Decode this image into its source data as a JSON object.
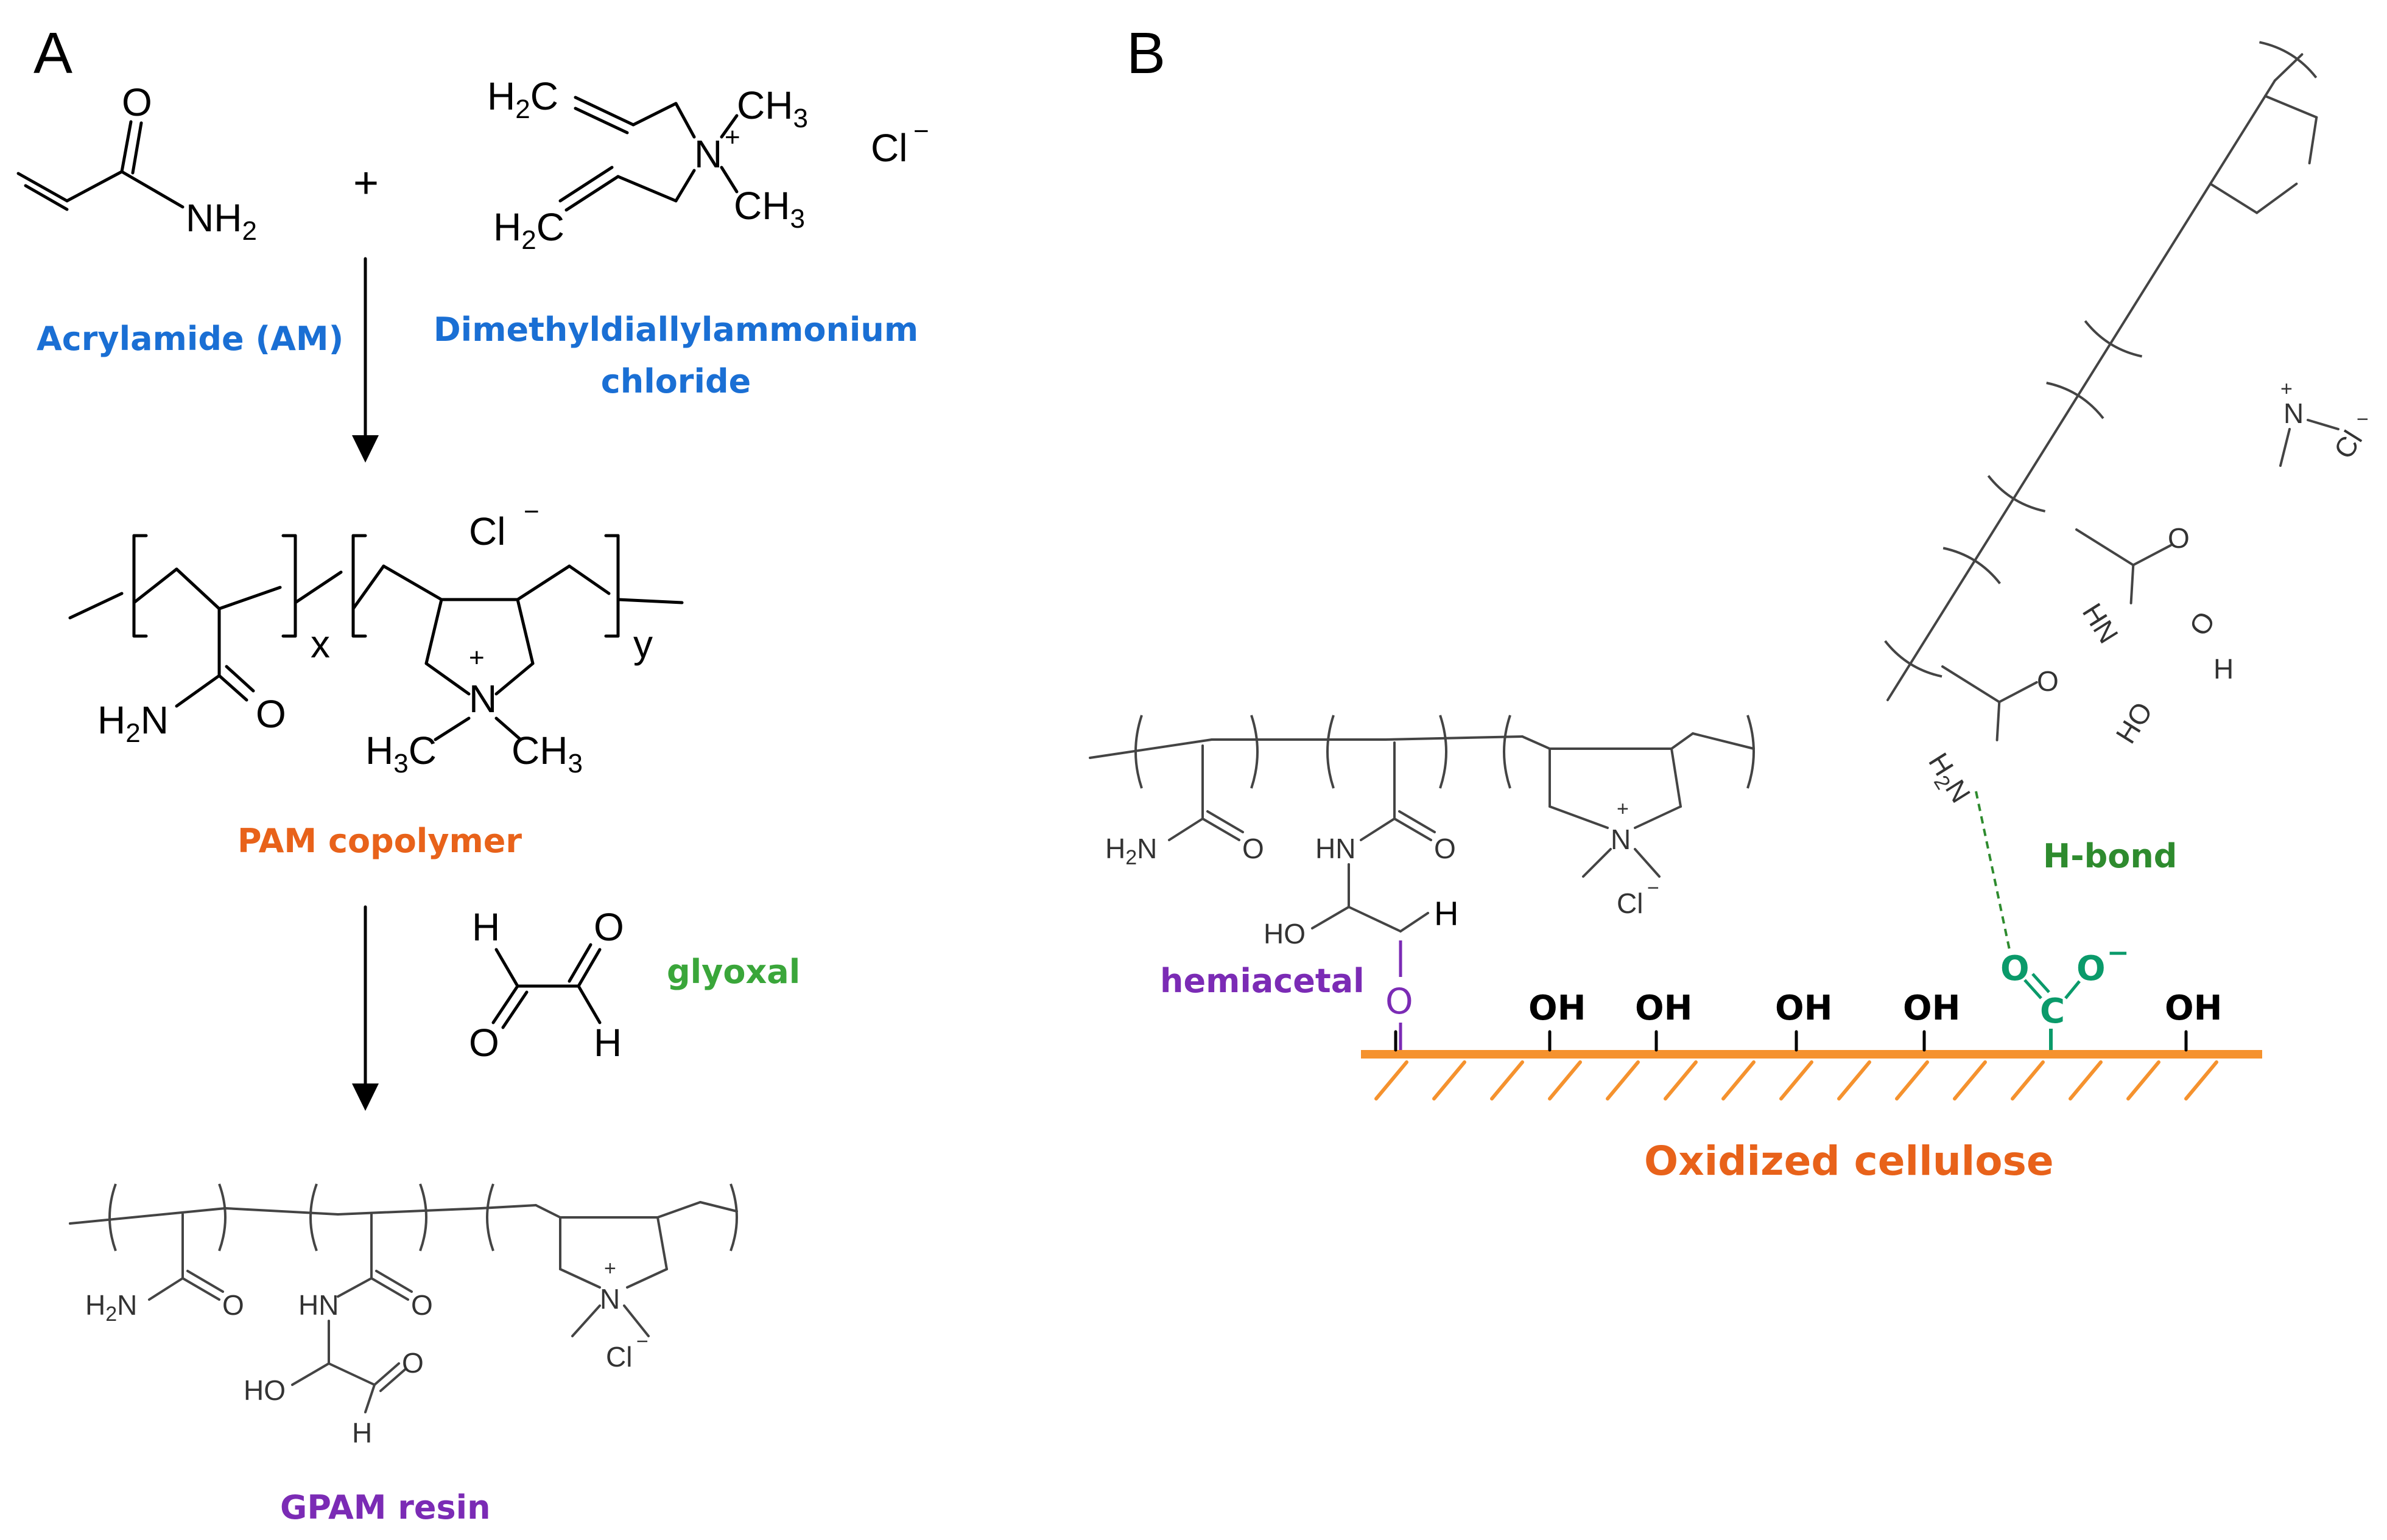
{
  "panels": {
    "a": "A",
    "b": "B"
  },
  "atoms": {
    "o": "O",
    "nh2": "NH",
    "sub2": "2",
    "h2c": "H",
    "c": "C",
    "ch3": "CH",
    "sub3": "3",
    "h3c": "H",
    "n": "N",
    "plus": "+",
    "cl": "Cl",
    "cl_minus": "−",
    "x": "x",
    "y": "y",
    "h": "H",
    "ho": "HO",
    "hn": "HN",
    "h2n": "H",
    "o_minus": "−",
    "oh": "OH",
    "plus_sign": "+"
  },
  "labels": {
    "acrylamide": "Acrylamide (AM)",
    "dadmac_line1": "Dimethyldiallylammonium",
    "dadmac_line2": "chloride",
    "pam": "PAM copolymer",
    "glyoxal": "glyoxal",
    "gpam": "GPAM resin",
    "hemiacetal": "hemiacetal",
    "hbond": "H-bond",
    "cellulose": "Oxidized cellulose"
  },
  "colors": {
    "blue": "#1a6fd4",
    "orange": "#e8621a",
    "green": "#3aa63a",
    "purple": "#7b2bb5",
    "teal": "#0a9a6a",
    "dark_green": "#2e8b2e",
    "cellulose_line": "#f5922e"
  }
}
